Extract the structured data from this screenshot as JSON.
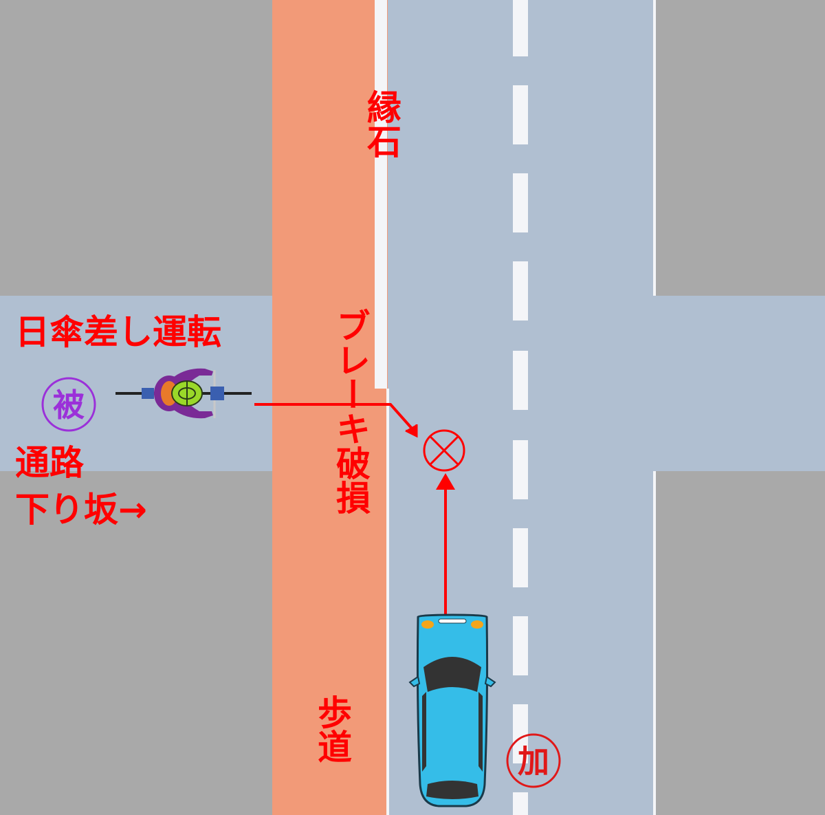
{
  "labels": {
    "curb": "縁石",
    "sidewalk": "歩道",
    "umbrella_riding": "日傘差し運転",
    "passage_line1": "通路",
    "passage_line2": "下り坂→",
    "brake_failure": "ブレーキ破損",
    "victim_mark": "被",
    "perpetrator_mark": "加"
  },
  "colors": {
    "ground": "#a9a9a9",
    "road": "#b0bfd1",
    "sidewalk": "#f29a78",
    "lane_marking": "#f4f5f8",
    "annotation": "#ff0000",
    "victim_circle": "#9b30d9",
    "perpetrator_circle": "#e01818",
    "car_body": "#35bde8",
    "rider_clothing": "#7a2a96",
    "helmet": "#9ad829"
  },
  "icons": {
    "car": "car-top-view-icon",
    "cyclist": "cyclist-top-view-icon",
    "collision": "collision-point-icon"
  }
}
